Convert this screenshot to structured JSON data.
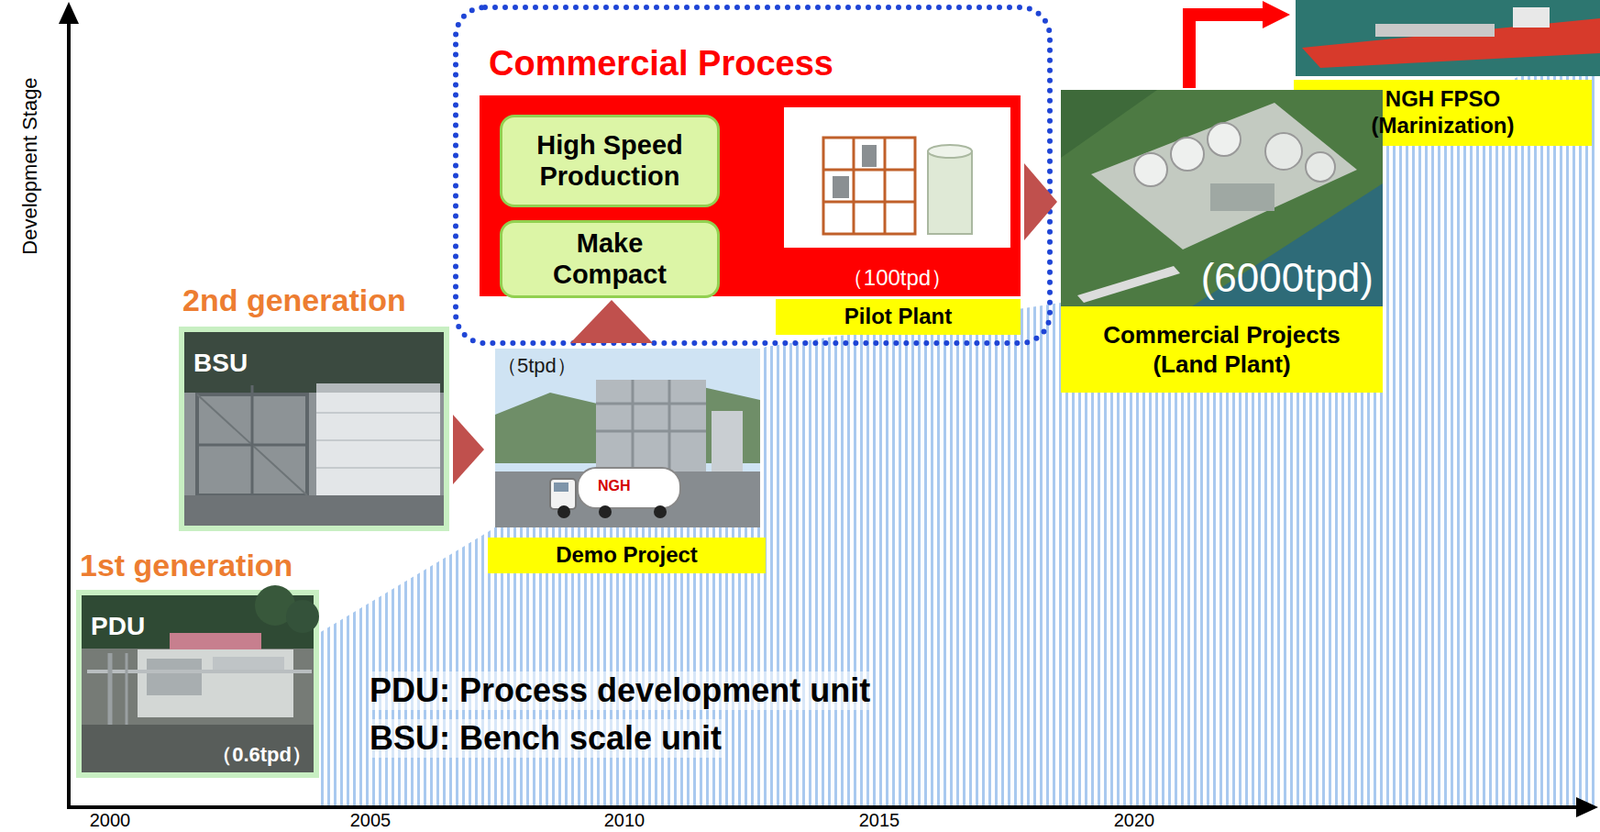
{
  "diagram": {
    "nodes": [
      {
        "text": [
          "1st generation",
          "PDU",
          "（0.6tpd）"
        ]
      },
      {
        "text": [
          "2nd generation",
          "BSU"
        ]
      },
      {
        "text": [
          "（5tpd）",
          "Demo Project"
        ]
      },
      {
        "text": [
          "Commercial Process"
        ]
      },
      {
        "text": [
          "High Speed Production"
        ],
        "in": 3
      },
      {
        "text": [
          "Make Compact"
        ],
        "in": 3
      },
      {
        "text": [
          "（100tpd）"
        ],
        "in": 3
      },
      {
        "text": [
          "Pilot Plant"
        ]
      },
      {
        "text": [
          "(6000tpd)",
          "Commercial Projects (Land Plant)"
        ]
      },
      {
        "text": [
          "NGH FPSO (Marinization)"
        ]
      }
    ],
    "edges": [
      {
        "from": 1,
        "to": 2,
        "arrow": "to"
      },
      {
        "from": 2,
        "to": 3,
        "arrow": "to"
      },
      {
        "from": 4,
        "to": 6,
        "arrow": "to"
      },
      {
        "from": 5,
        "to": 6,
        "arrow": "to"
      },
      {
        "from": 3,
        "to": 8,
        "arrow": "to"
      },
      {
        "from": 8,
        "to": 9,
        "arrow": "to"
      }
    ],
    "labels": [
      "Development Stage",
      "2000",
      "2005",
      "2010",
      "2015",
      "2020",
      "PDU: Process development unit",
      "BSU: Bench scale unit",
      "NGH"
    ]
  }
}
